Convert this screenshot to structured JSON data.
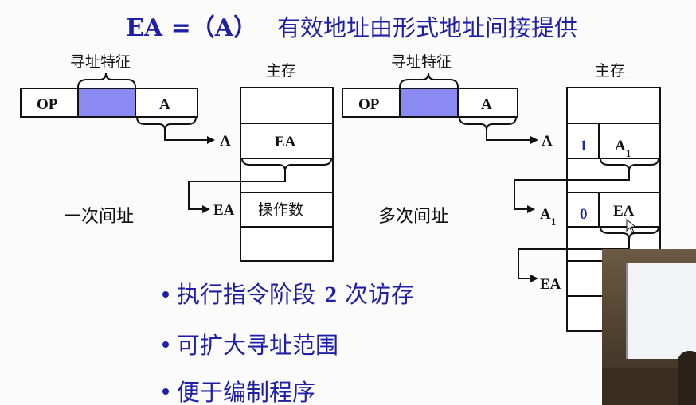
{
  "title": {
    "main": "EA =（A）",
    "desc": "有效地址由形式地址间接提供"
  },
  "left_diagram": {
    "field_caption": "寻址特征",
    "instr_op": "OP",
    "instr_addr": "A",
    "memory_title": "主存",
    "ptr_a_label": "A",
    "cell_ea": "EA",
    "ptr_ea_label": "EA",
    "cell_operand": "操作数",
    "mode_name": "一次间址"
  },
  "right_diagram": {
    "field_caption": "寻址特征",
    "instr_op": "OP",
    "instr_addr": "A",
    "memory_title": "主存",
    "ptr_a_label": "A",
    "flag1": "1",
    "cell_a1_main": "A",
    "cell_a1_sub": "1",
    "ptr_a1_main": "A",
    "ptr_a1_sub": "1",
    "flag0": "0",
    "cell_ea": "EA",
    "ptr_ea_label": "EA",
    "mode_name": "多次间址"
  },
  "bullets": [
    {
      "text": "执行指令阶段",
      "num": "2",
      "tail": "次访存"
    },
    {
      "text": "可扩大寻址范围"
    },
    {
      "text": "便于编制程序"
    }
  ],
  "colors": {
    "title": "#1f1fa6",
    "highlight_field": "#8a8af2",
    "flag_text": "#1a2aa0"
  }
}
